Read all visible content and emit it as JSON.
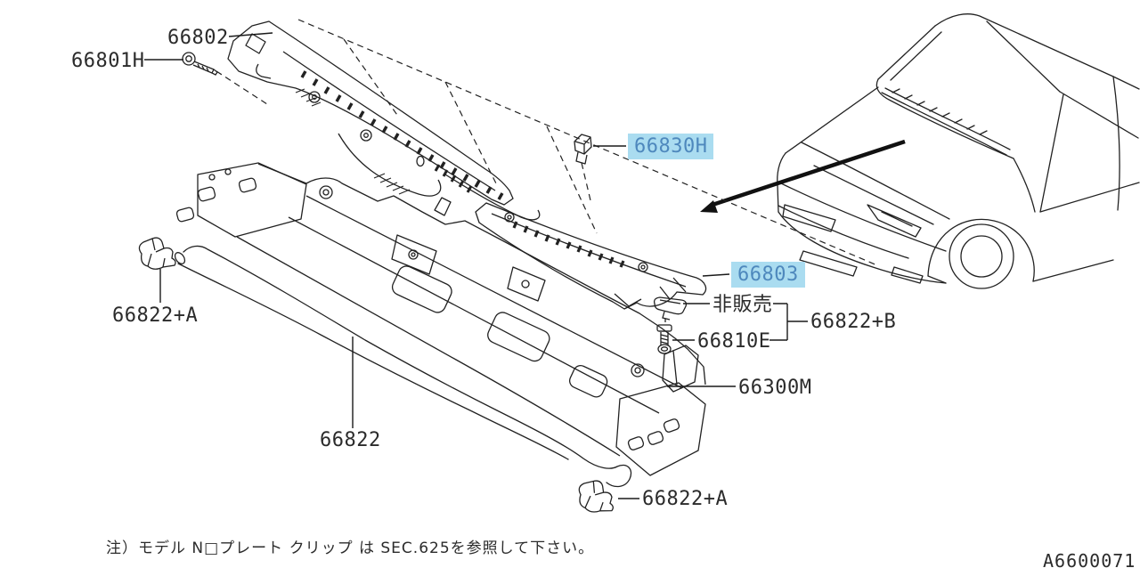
{
  "colors": {
    "background": "#ffffff",
    "line_art": "#222222",
    "highlight_bg": "#aadcf0",
    "highlight_text": "#4e88bd"
  },
  "labels": {
    "66802": {
      "text": "66802",
      "highlighted": false
    },
    "66801H": {
      "text": "66801H",
      "highlighted": false
    },
    "66830H": {
      "text": "66830H",
      "highlighted": true
    },
    "66803": {
      "text": "66803",
      "highlighted": true
    },
    "hihanbai": {
      "text": "非販売",
      "highlighted": false
    },
    "66810E": {
      "text": "66810E",
      "highlighted": false
    },
    "66822B": {
      "text": "66822+B",
      "highlighted": false
    },
    "66822A_left": {
      "text": "66822+A",
      "highlighted": false
    },
    "66300M": {
      "text": "66300M",
      "highlighted": false
    },
    "66822": {
      "text": "66822",
      "highlighted": false
    },
    "66822A_bottom": {
      "text": "66822+A",
      "highlighted": false
    }
  },
  "note": "注）モデル N□プレート クリップ は SEC.625を参照して下さい。",
  "drawing_number": "A6600071"
}
